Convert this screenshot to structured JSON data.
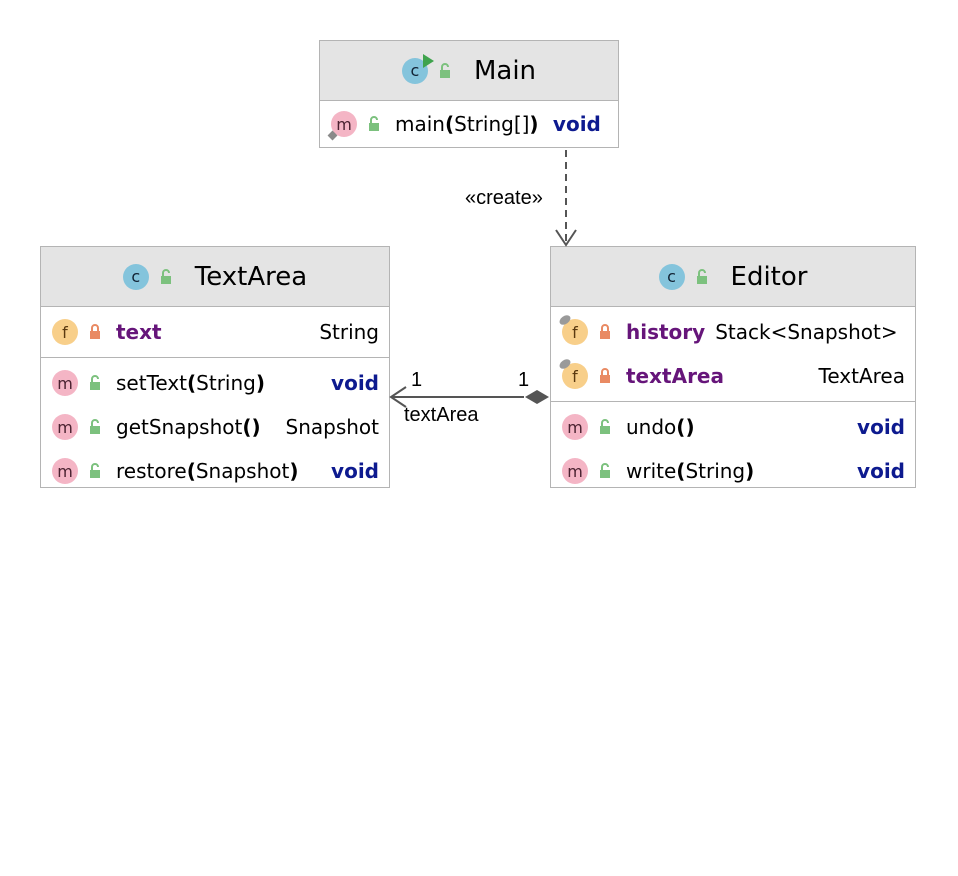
{
  "classes": {
    "main": {
      "name": "Main",
      "methods": [
        {
          "name": "main",
          "params": "String[]",
          "type": "void"
        }
      ]
    },
    "textarea": {
      "name": "TextArea",
      "fields": [
        {
          "name": "text",
          "type": "String"
        }
      ],
      "methods": [
        {
          "name": "setText",
          "params": "String",
          "type": "void"
        },
        {
          "name": "getSnapshot",
          "params": "",
          "type": "Snapshot"
        },
        {
          "name": "restore",
          "params": "Snapshot",
          "type": "void"
        }
      ]
    },
    "editor": {
      "name": "Editor",
      "fields": [
        {
          "name": "history",
          "type": "Stack<Snapshot>"
        },
        {
          "name": "textArea",
          "type": "TextArea"
        }
      ],
      "methods": [
        {
          "name": "undo",
          "params": "",
          "type": "void"
        },
        {
          "name": "write",
          "params": "String",
          "type": "void"
        }
      ]
    }
  },
  "relations": {
    "create_label": "«create»",
    "assoc_role": "textArea",
    "assoc_mult_source": "1",
    "assoc_mult_target": "1"
  },
  "icons": {
    "class": "class-icon",
    "method": "method-icon",
    "field": "field-icon",
    "public": "public-unlock-icon",
    "private": "private-lock-icon",
    "main_runnable": "run-arrow-icon"
  },
  "colors": {
    "header_bg": "#e4e4e4",
    "keyword": "#0d1a8f",
    "field_name": "#66157a",
    "method_badge": "#f4b5c5",
    "field_badge": "#f8cf8a",
    "class_badge": "#84c4dc",
    "visibility_public": "#7cc17e",
    "visibility_private": "#e98a63"
  }
}
